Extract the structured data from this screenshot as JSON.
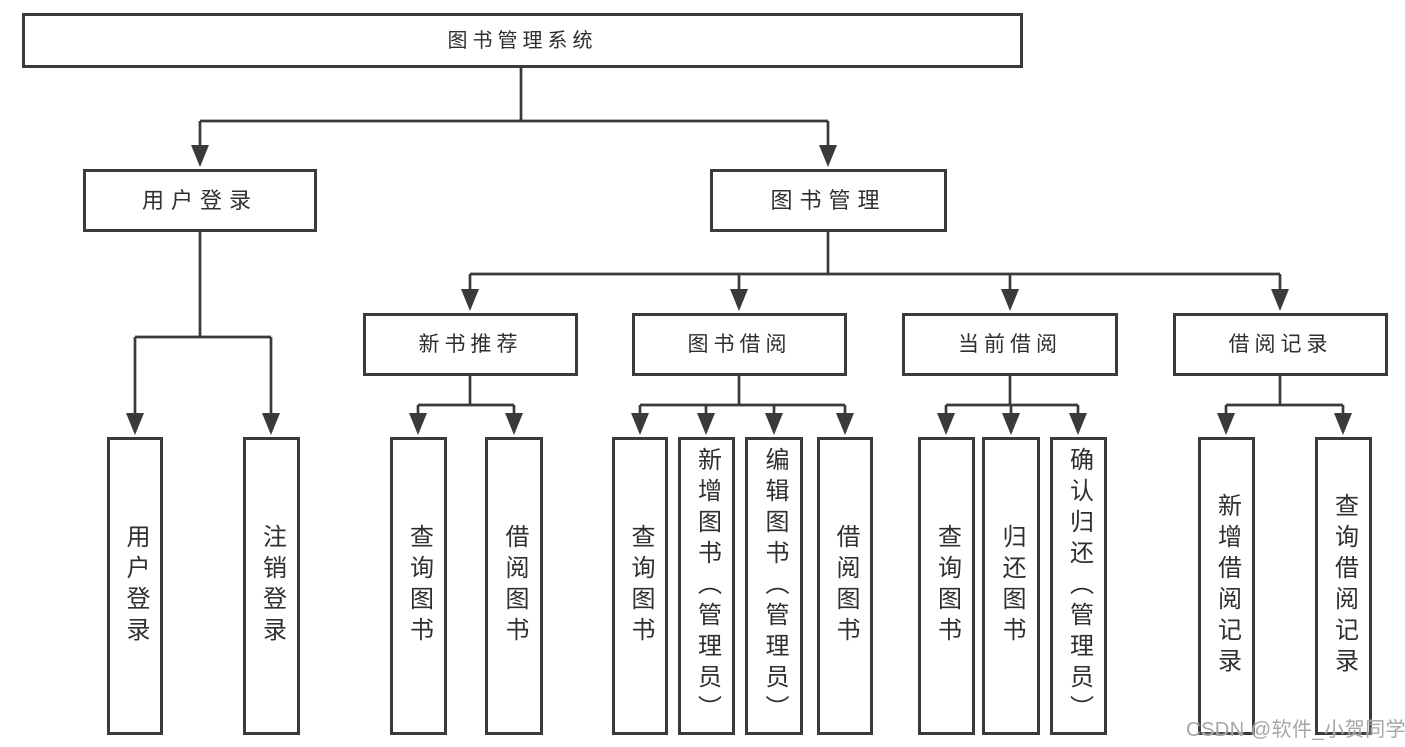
{
  "tree": {
    "label": "图书管理系统",
    "children": [
      {
        "label": "用户登录",
        "children": [
          {
            "label": "用户登录"
          },
          {
            "label": "注销登录"
          }
        ]
      },
      {
        "label": "图书管理",
        "children": [
          {
            "label": "新书推荐",
            "children": [
              {
                "label": "查询图书"
              },
              {
                "label": "借阅图书"
              }
            ]
          },
          {
            "label": "图书借阅",
            "children": [
              {
                "label": "查询图书"
              },
              {
                "label": "新增图书（管理员）"
              },
              {
                "label": "编辑图书（管理员）"
              },
              {
                "label": "借阅图书"
              }
            ]
          },
          {
            "label": "当前借阅",
            "children": [
              {
                "label": "查询图书"
              },
              {
                "label": "归还图书"
              },
              {
                "label": "确认归还（管理员）"
              }
            ]
          },
          {
            "label": "借阅记录",
            "children": [
              {
                "label": "新增借阅记录"
              },
              {
                "label": "查询借阅记录"
              }
            ]
          }
        ]
      }
    ]
  },
  "watermark": {
    "text": "CSDN @软件_小贺同学"
  },
  "colors": {
    "line": "#3a3a3a",
    "text": "#2f2f2f",
    "background": "#ffffff",
    "watermark": "#a6a6a6"
  }
}
